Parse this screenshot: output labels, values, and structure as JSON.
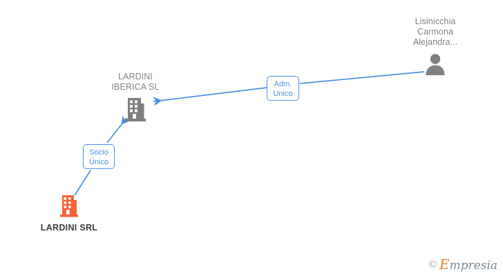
{
  "diagram": {
    "background_color": "#ffffff",
    "edge_color": "#4b90e2",
    "nodes": [
      {
        "id": "person",
        "type": "person",
        "icon": "person-icon",
        "icon_color": "#808080",
        "label": "Lisinicchia\nCarmona\nAlejandra...",
        "label_color": "#808080",
        "emphasis": "normal"
      },
      {
        "id": "iberica",
        "type": "company",
        "icon": "building-icon",
        "icon_color": "#808080",
        "label": "LARDINI\nIBERICA  SL",
        "label_color": "#808080",
        "emphasis": "normal"
      },
      {
        "id": "srl",
        "type": "company",
        "icon": "building-icon",
        "icon_color": "#f4623a",
        "label": "LARDINI SRL",
        "label_color": "#3a3a3a",
        "emphasis": "bold"
      }
    ],
    "relations": [
      {
        "id": "adm-unico",
        "label": "Adm.\nUnico",
        "from": "person",
        "to": "iberica",
        "color": "#4b90e2"
      },
      {
        "id": "socio-unico",
        "label": "Socio\nÚnico",
        "from": "srl",
        "to": "iberica",
        "color": "#4b90e2"
      }
    ]
  },
  "watermark": {
    "copyright_symbol": "©",
    "brand_initial": "E",
    "brand_rest": "mpresia",
    "brand_color": "#f07d28",
    "text_color": "#7b8a96"
  }
}
